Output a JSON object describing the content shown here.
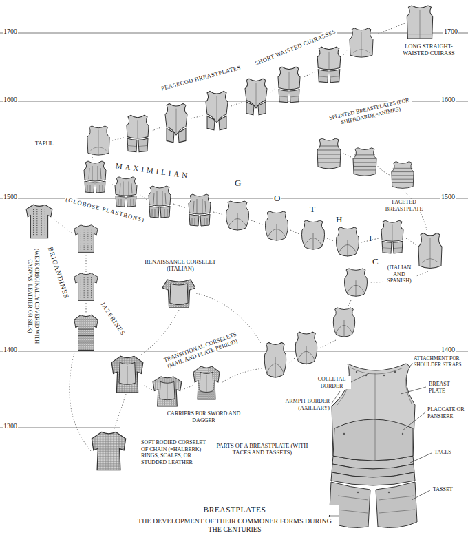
{
  "diagram": {
    "title": "BREASTPLATES",
    "caption": "THE DEVELOPMENT OF THEIR COMMONER FORMS DURING THE CENTURIES",
    "labels": [
      "1700",
      "1700",
      "LONG STRAIGHT-WAISTED CUIRASS",
      "SHORT WAISTED CUIRASSES",
      "PEASECOD BREASTPLATES",
      "1600",
      "1600",
      "SPLINTED BREASTPLATES (FOR SHIPBOARD)(=ANIMES)",
      "TAPUL",
      "MAXIMILIAN",
      "G",
      "O",
      "T",
      "H",
      "I",
      "C",
      "1500",
      "1500",
      "FACETED BREASTPLATE",
      "(GLOBOSE PLASTRONS)",
      "BRIGANDINES",
      "(WERE ORIGINALLY COVERED WITH CANVAS, LEATHER OR SILK)",
      "RENAISSANCE CORSELET (ITALIAN)",
      "(ITALIAN AND SPANISH)",
      "JAZERINES",
      "1400",
      "1400",
      "TRANSITIONAL CORSELETS (MAIL AND PLATE PERIOD)",
      "COLLETAL BORDER",
      "ATTACHMENT FOR SHOULDER STRAPS",
      "BREAST-PLATE",
      "ARMPIT BORDER (AXILLARY)",
      "CARRIERS FOR SWORD AND DAGGER",
      "PLACCATE OR PANSIERE",
      "1300",
      "SOFT BODIED CORSELET OF CHAIN (=HALBERK) RINGS, SCALES, OR STUDDED LEATHER",
      "PARTS OF A BREASTPLATE (WITH TACES AND TASSETS)",
      "TACES",
      "TASSET"
    ]
  }
}
